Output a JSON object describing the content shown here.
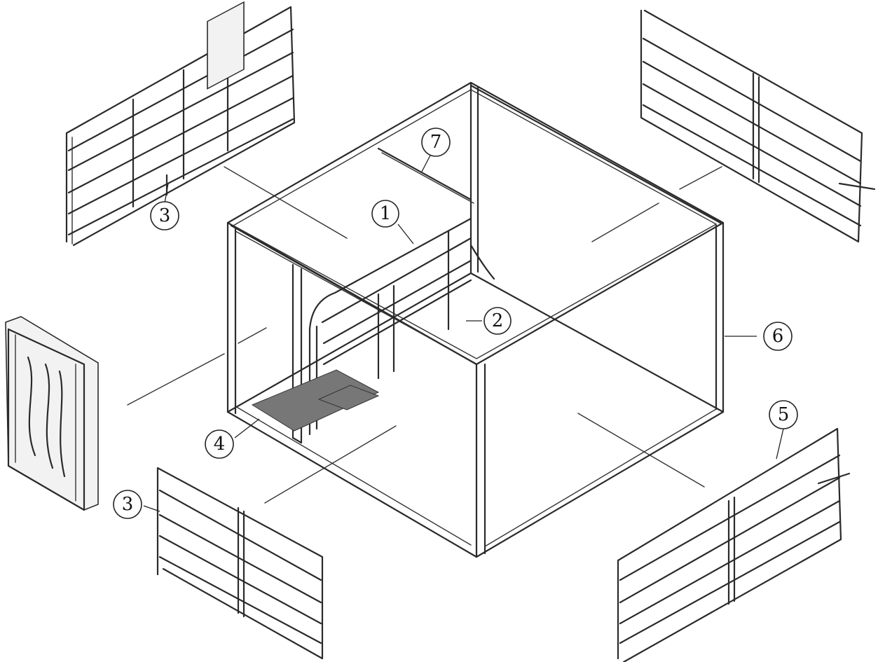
{
  "callouts": [
    {
      "label": "1"
    },
    {
      "label": "2"
    },
    {
      "label": "3"
    },
    {
      "label": "3"
    },
    {
      "label": "4"
    },
    {
      "label": "5"
    },
    {
      "label": "6"
    },
    {
      "label": "7"
    }
  ]
}
